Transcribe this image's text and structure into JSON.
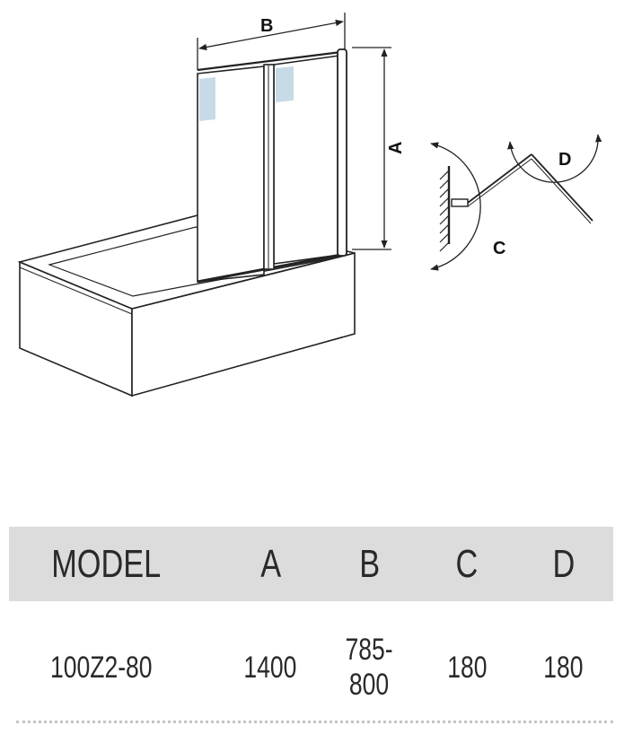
{
  "diagram": {
    "label_a": "A",
    "label_b": "B",
    "label_c": "C",
    "label_d": "D"
  },
  "table": {
    "headers": [
      "MODEL",
      "A",
      "B",
      "C",
      "D"
    ],
    "rows": [
      [
        "100Z2-80",
        "1400",
        "785-800",
        "180",
        "180"
      ]
    ],
    "header_bg": "#dcdcdc"
  }
}
